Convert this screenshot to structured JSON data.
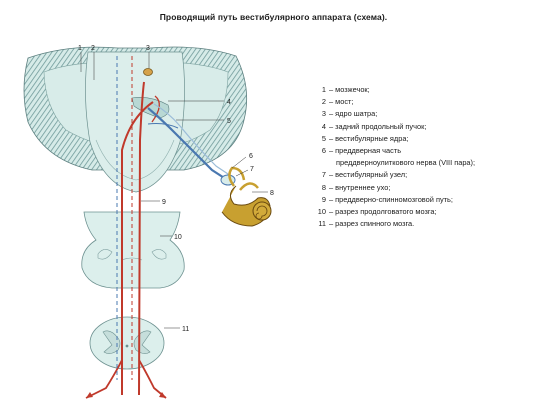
{
  "title": "Проводящий путь вестибулярного аппарата (схема).",
  "colors": {
    "cerebellum_fill": "#d6ebe8",
    "cerebellum_stripes": "#6f9a9a",
    "outline": "#5c7f7f",
    "tract_red": "#c0392b",
    "nerve_blue": "#4a78b0",
    "ear_gold": "#c8a030",
    "ear_dark": "#6a4a10"
  },
  "diagram_labels": {
    "n1": "1",
    "n2": "2",
    "n3": "3",
    "n4": "4",
    "n5": "5",
    "n6": "6",
    "n7": "7",
    "n8": "8",
    "n9": "9",
    "n10": "10",
    "n11": "11"
  },
  "legend": [
    {
      "num": "1",
      "text": "– мозжечок;"
    },
    {
      "num": "2",
      "text": "– мост;"
    },
    {
      "num": "3",
      "text": "– ядро шатра;"
    },
    {
      "num": "4",
      "text": "– задний продольный пучок;"
    },
    {
      "num": "5",
      "text": "– вестибулярные ядра;"
    },
    {
      "num": "6",
      "text": "– преддверная часть"
    },
    {
      "num": "",
      "text": "преддверноулиткового нерва (VIII пара);"
    },
    {
      "num": "7",
      "text": "– вестибулярный узел;"
    },
    {
      "num": "8",
      "text": "– внутреннее ухо;"
    },
    {
      "num": "9",
      "text": "– преддверно-спинномозговой путь;"
    },
    {
      "num": "10",
      "text": "– разрез продолговатого мозга;"
    },
    {
      "num": "11",
      "text": "– разрез спинного мозга."
    }
  ]
}
